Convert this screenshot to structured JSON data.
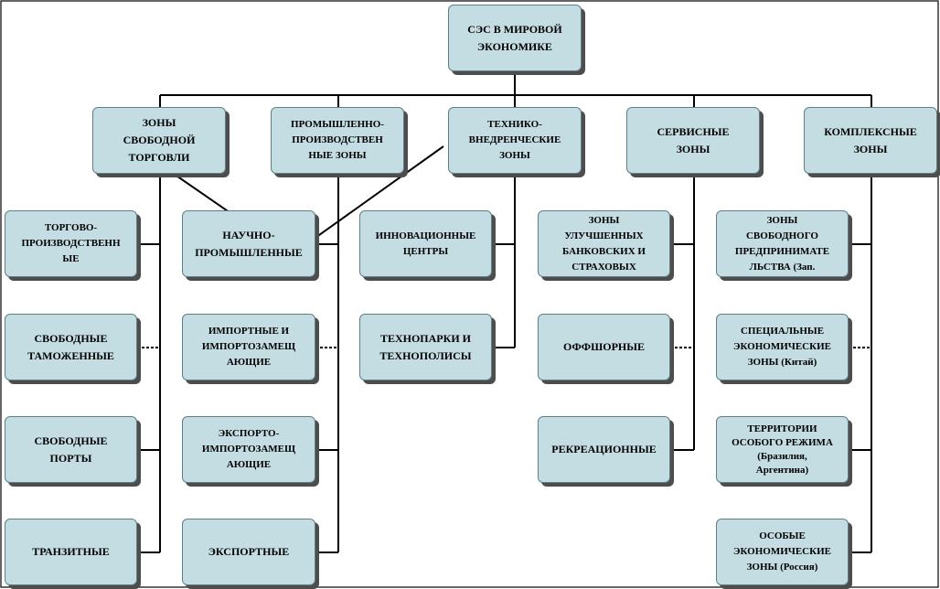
{
  "diagram": {
    "root": {
      "label": "СЭС В МИРОВОЙ\nЭКОНОМИКЕ"
    },
    "categories": [
      {
        "id": "free-trade",
        "label": "ЗОНЫ\nСВОБОДНОЙ\nТОРГОВЛИ"
      },
      {
        "id": "industrial",
        "label": "ПРОМЫШЛЕННО-\nПРОИЗВОДСТВЕН\nНЫЕ ЗОНЫ"
      },
      {
        "id": "technical",
        "label": "ТЕХНИКО-\nВНЕДРЕНЧЕСКИЕ\nЗОНЫ"
      },
      {
        "id": "service",
        "label": "СЕРВИСНЫЕ\nЗОНЫ"
      },
      {
        "id": "complex",
        "label": "КОМПЛЕКСНЫЕ\nЗОНЫ"
      }
    ],
    "free_trade_items": [
      "ТОРГОВО-\nПРОИЗВОДСТВЕНН\nЫЕ",
      "СВОБОДНЫЕ\nТАМОЖЕННЫЕ",
      "СВОБОДНЫЕ\nПОРТЫ",
      "ТРАНЗИТНЫЕ"
    ],
    "industrial_items": [
      "НАУЧНО-\nПРОМЫШЛЕННЫЕ",
      "ИМПОРТНЫЕ И\nИМПОРТОЗАМЕЩ\nАЮЩИЕ",
      "ЭКСПОРТО-\nИМПОРТОЗАМЕЩ\nАЮЩИЕ",
      "ЭКСПОРТНЫЕ"
    ],
    "technical_items": [
      "ИННОВАЦИОННЫЕ\nЦЕНТРЫ",
      "ТЕХНОПАРКИ И\nТЕХНОПОЛИСЫ"
    ],
    "service_items": [
      "ЗОНЫ\nУЛУЧШЕННЫХ\nБАНКОВСКИХ И\nСТРАХОВЫХ",
      "ОФФШОРНЫЕ",
      "РЕКРЕАЦИОННЫЕ"
    ],
    "complex_items": [
      "ЗОНЫ\nСВОБОДНОГО\nПРЕДПРИНИМАТЕ\nЛЬСТВА (Зап.",
      "СПЕЦИАЛЬНЫЕ\nЭКОНОМИЧЕСКИЕ\nЗОНЫ (Китай)",
      "ТЕРРИТОРИИ\nОСОБОГО РЕЖИМА\n(Бразилия,\nАргентина)",
      "ОСОБЫЕ\nЭКОНОМИЧЕСКИЕ\nЗОНЫ (Россия)"
    ]
  }
}
